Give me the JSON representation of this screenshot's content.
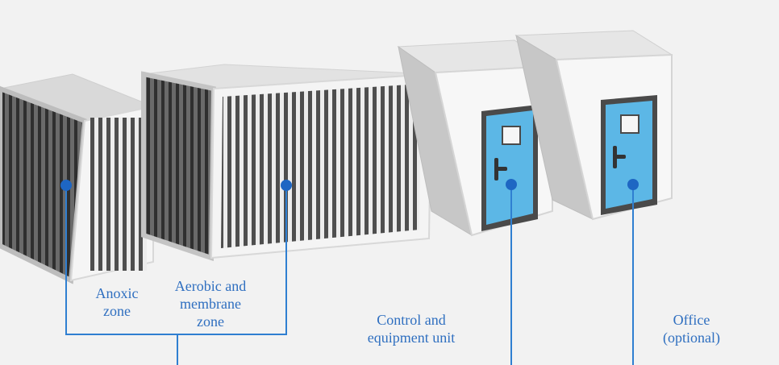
{
  "colors": {
    "background": "#f2f2f2",
    "leader_line": "#2f7fd1",
    "label_text": "#2f6fc0",
    "door_panel": "#5cb7e6",
    "door_frame": "#4a4a4a"
  },
  "labels": {
    "anoxic": "Anoxic\nzone",
    "aerobic": "Aerobic and\nmembrane\nzone",
    "control": "Control and\nequipment unit",
    "office": "Office\n(optional)"
  },
  "icons": {
    "door_handle": "door-handle-icon",
    "marker_dot": "marker-dot"
  }
}
